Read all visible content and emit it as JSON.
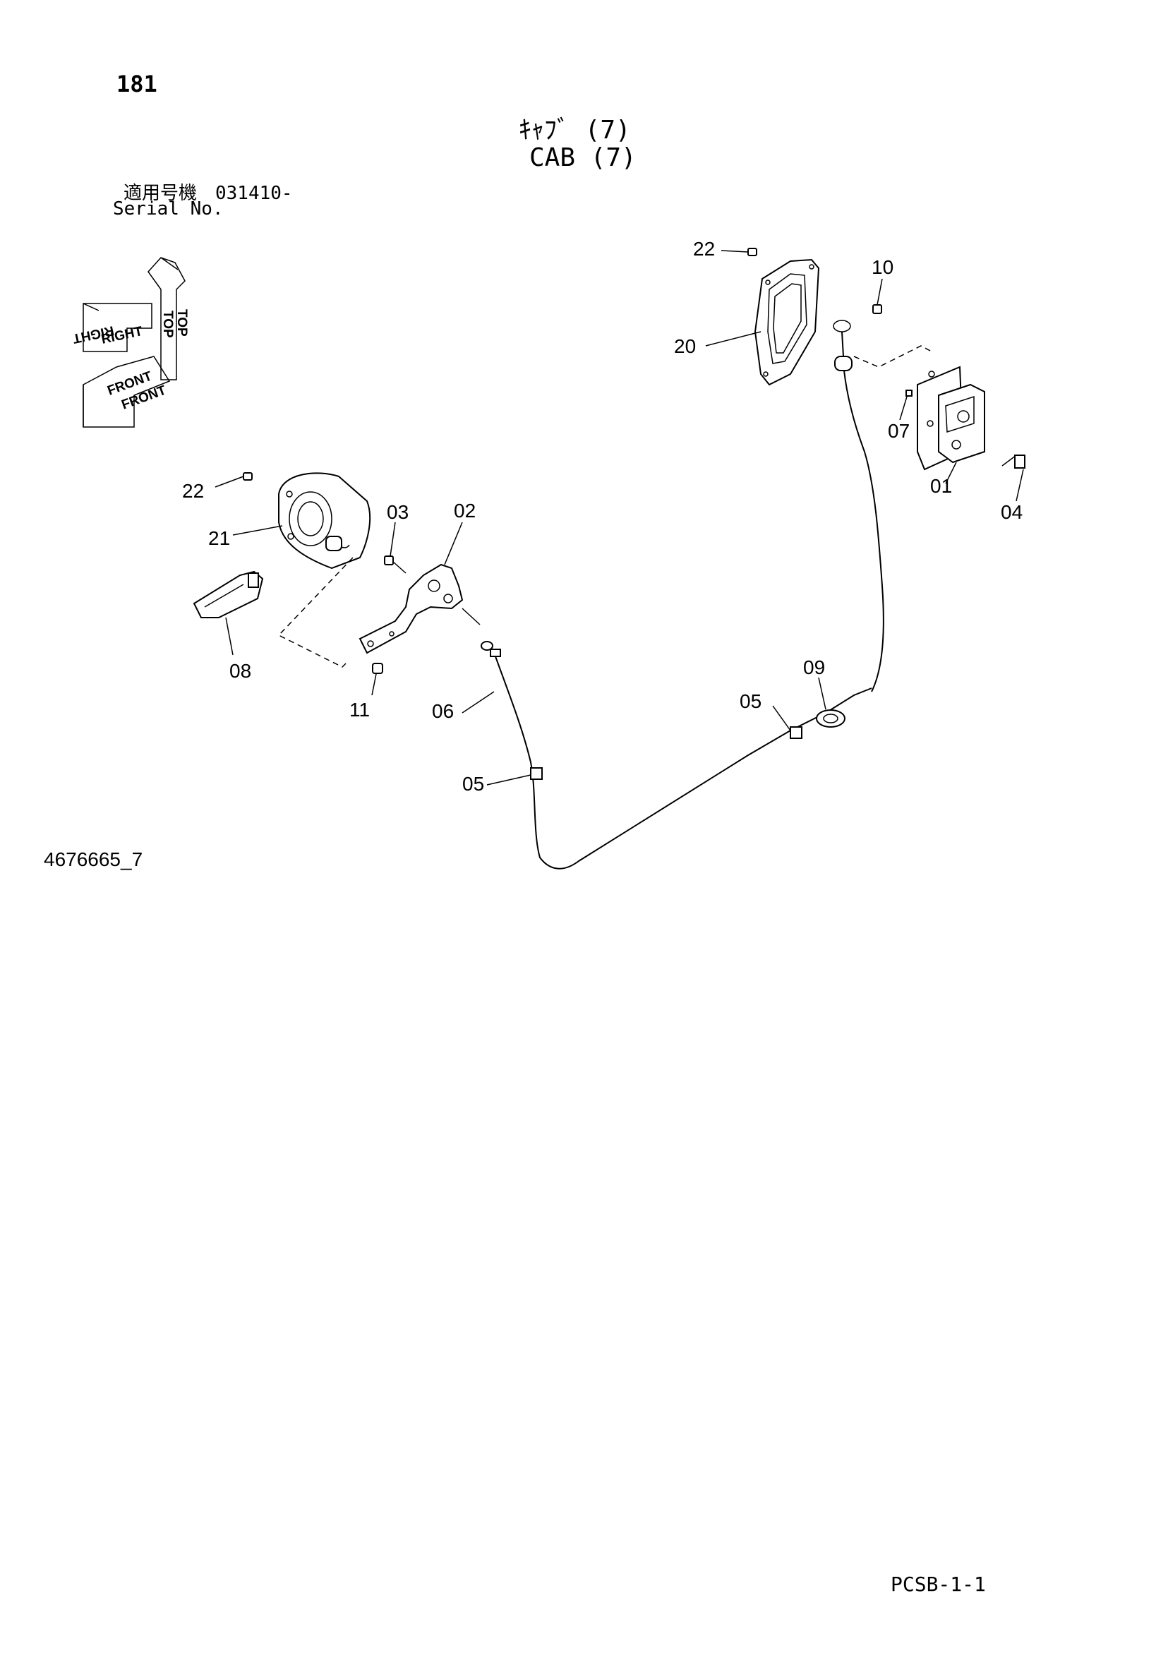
{
  "header": {
    "page_number": "181",
    "title_jp": "ｷｬﾌﾞ (7)",
    "title_en": "CAB (7)",
    "serial_jp": "適用号機　031410-",
    "serial_en": "Serial No."
  },
  "orientation": {
    "top_label": "TOP",
    "right_label": "RIGHT",
    "front_label": "FRONT"
  },
  "callouts": {
    "c22a": "22",
    "c20": "20",
    "c10": "10",
    "c07": "07",
    "c01": "01",
    "c04": "04",
    "c22b": "22",
    "c21": "21",
    "c03": "03",
    "c02": "02",
    "c08": "08",
    "c11": "11",
    "c06": "06",
    "c09": "09",
    "c05a": "05",
    "c05b": "05"
  },
  "footer": {
    "drawing_number": "4676665_7",
    "page_code": "PCSB-1-1"
  }
}
